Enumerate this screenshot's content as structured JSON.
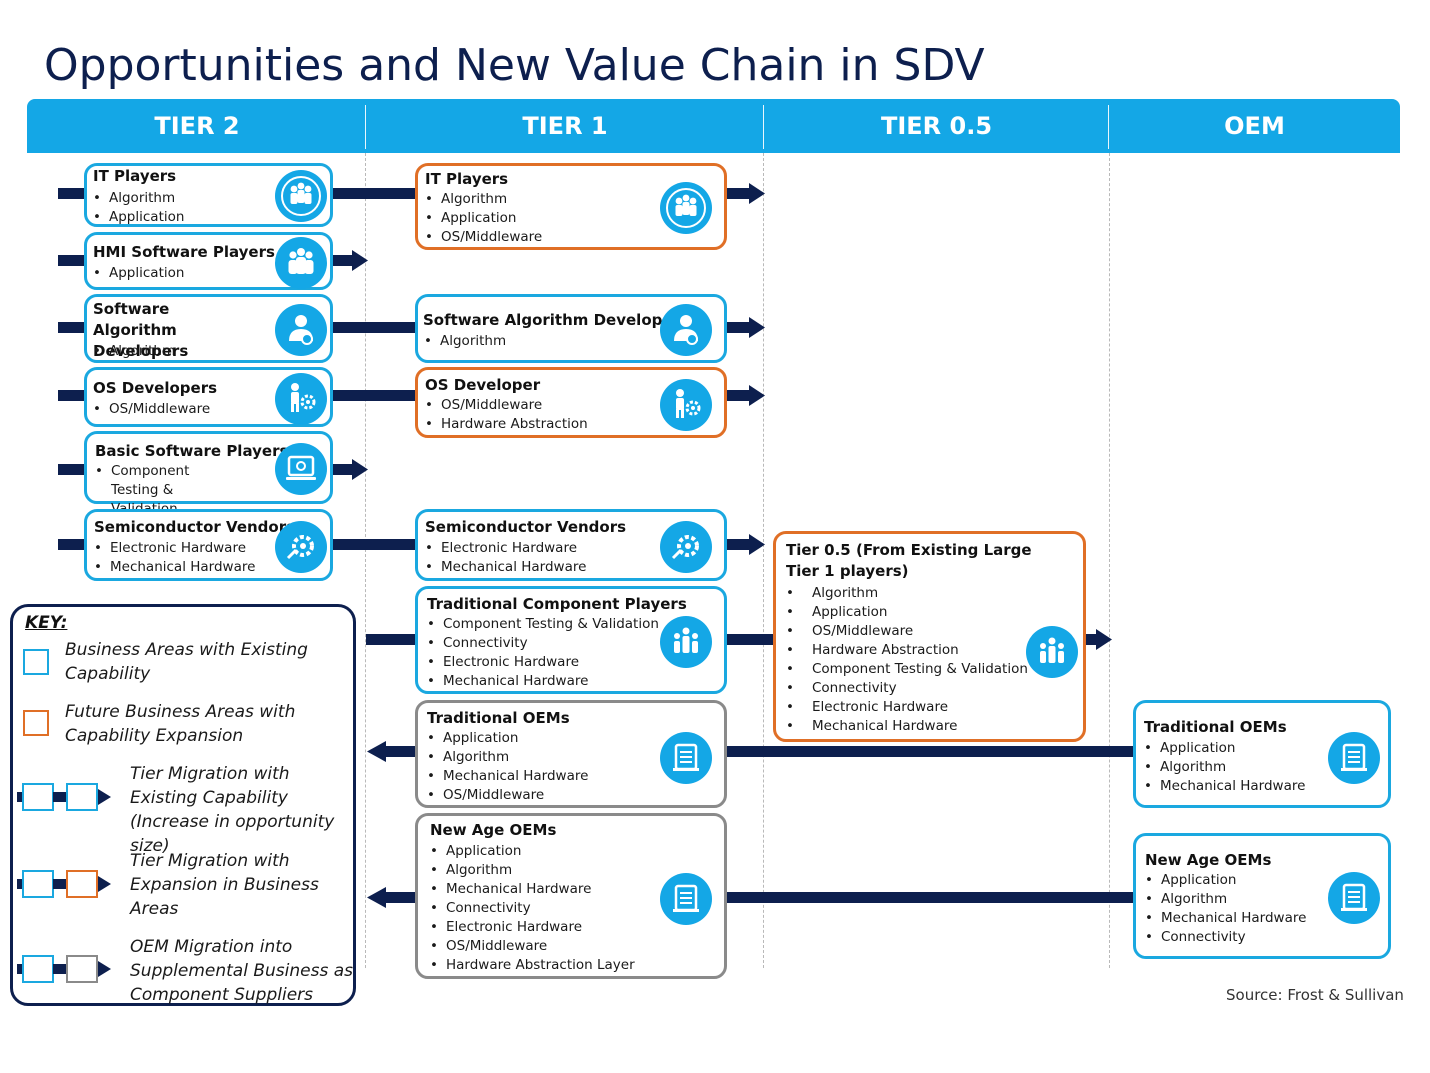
{
  "title": "Opportunities and New Value Chain in SDV",
  "tiers": [
    "TIER 2",
    "TIER 1",
    "TIER 0.5",
    "OEM"
  ],
  "colors": {
    "header": "#14a7e6",
    "navy": "#0d1f4e",
    "existing": "#1aa8e0",
    "future": "#e06f26",
    "oem_migration": "#8a8a8a"
  },
  "tier2": [
    {
      "title": "IT Players",
      "items": [
        "Algorithm",
        "Application"
      ],
      "icon": "it-players-icon"
    },
    {
      "title": "HMI Software Players",
      "items": [
        "Application"
      ],
      "icon": "hmi-players-icon"
    },
    {
      "title": "Software Algorithm Developers",
      "items": [
        "Algorithm"
      ],
      "icon": "developer-gear-icon"
    },
    {
      "title": "OS Developers",
      "items": [
        "OS/Middleware"
      ],
      "icon": "os-developer-icon"
    },
    {
      "title": "Basic Software Players",
      "items": [
        "Component Testing & Validation"
      ],
      "icon": "testing-monitor-icon"
    },
    {
      "title": "Semiconductor Vendors",
      "items": [
        "Electronic Hardware",
        "Mechanical Hardware"
      ],
      "icon": "semiconductor-gear-icon"
    }
  ],
  "tier1": [
    {
      "title": "IT Players",
      "items": [
        "Algorithm",
        "Application",
        "OS/Middleware"
      ],
      "icon": "it-players-icon"
    },
    {
      "title": "Software Algorithm Developers",
      "items": [
        "Algorithm"
      ],
      "icon": "developer-gear-icon"
    },
    {
      "title": "OS Developer",
      "items": [
        "OS/Middleware",
        "Hardware Abstraction"
      ],
      "icon": "os-developer-icon"
    },
    {
      "title": "Semiconductor Vendors",
      "items": [
        "Electronic Hardware",
        "Mechanical Hardware"
      ],
      "icon": "semiconductor-gear-icon"
    },
    {
      "title": "Traditional Component Players",
      "items": [
        "Component Testing & Validation",
        "Connectivity",
        "Electronic Hardware",
        "Mechanical Hardware"
      ],
      "icon": "team-icon"
    },
    {
      "title": "Traditional OEMs",
      "items": [
        "Application",
        "Algorithm",
        "Mechanical Hardware",
        "OS/Middleware"
      ],
      "icon": "document-icon"
    },
    {
      "title": "New Age OEMs",
      "items": [
        "Application",
        "Algorithm",
        "Mechanical Hardware",
        "Connectivity",
        "Electronic Hardware",
        "OS/Middleware",
        "Hardware Abstraction Layer"
      ],
      "icon": "document-icon"
    }
  ],
  "tier05": {
    "title": "Tier 0.5 (From Existing Large Tier 1 players)",
    "items": [
      "Algorithm",
      "Application",
      "OS/Middleware",
      "Hardware Abstraction",
      "Component Testing & Validation",
      "Connectivity",
      "Electronic Hardware",
      "Mechanical Hardware"
    ],
    "icon": "team-icon"
  },
  "oem": [
    {
      "title": "Traditional OEMs",
      "items": [
        "Application",
        "Algorithm",
        "Mechanical Hardware"
      ],
      "icon": "document-icon"
    },
    {
      "title": "New Age OEMs",
      "items": [
        "Application",
        "Algorithm",
        "Mechanical Hardware",
        "Connectivity"
      ],
      "icon": "document-icon"
    }
  ],
  "key": {
    "title": "KEY:",
    "existing": "Business Areas with Existing Capability",
    "future": "Future Business Areas with Capability Expansion",
    "migration_existing": "Tier Migration with Existing Capability (Increase in opportunity size)",
    "migration_expansion": "Tier Migration with Expansion in Business Areas",
    "oem_migration": "OEM Migration into Supplemental Business as Component Suppliers"
  },
  "source": "Source: Frost & Sullivan"
}
